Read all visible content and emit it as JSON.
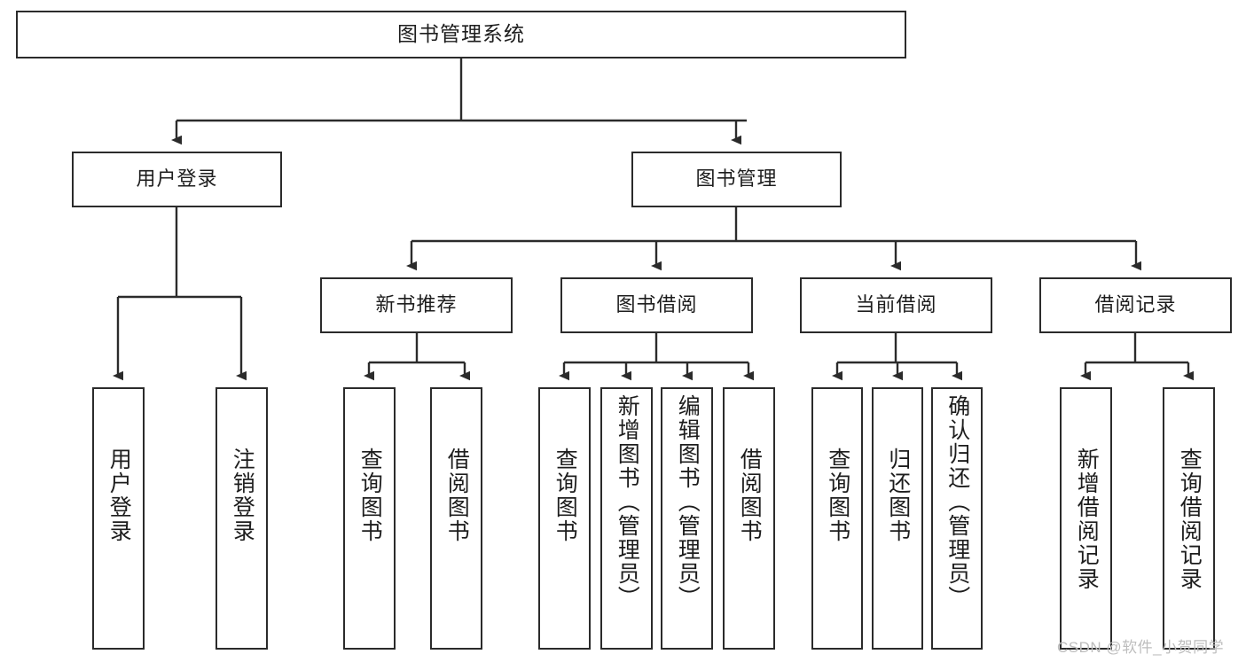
{
  "diagram": {
    "title": "图书管理系统",
    "watermark": "CSDN @软件_小贺同学",
    "level2": [
      {
        "label": "用户登录"
      },
      {
        "label": "图书管理"
      }
    ],
    "level3": [
      {
        "label": "新书推荐"
      },
      {
        "label": "图书借阅"
      },
      {
        "label": "当前借阅"
      },
      {
        "label": "借阅记录"
      }
    ],
    "leaves": {
      "user_login": [
        {
          "label": "用户登录"
        },
        {
          "label": "注销登录"
        }
      ],
      "new_book": [
        {
          "label": "查询图书"
        },
        {
          "label": "借阅图书"
        }
      ],
      "book_borrow": [
        {
          "label": "查询图书"
        },
        {
          "label": "新增图书（管理员）"
        },
        {
          "label": "编辑图书（管理员）"
        },
        {
          "label": "借阅图书"
        }
      ],
      "current_borrow": [
        {
          "label": "查询图书"
        },
        {
          "label": "归还图书"
        },
        {
          "label": "确认归还（管理员）"
        }
      ],
      "borrow_record": [
        {
          "label": "新增借阅记录"
        },
        {
          "label": "查询借阅记录"
        }
      ]
    },
    "colors": {
      "stroke": "#2b2b2b",
      "text": "#1d1d1d",
      "background": "#ffffff",
      "watermark": "#bdbdbd"
    }
  }
}
